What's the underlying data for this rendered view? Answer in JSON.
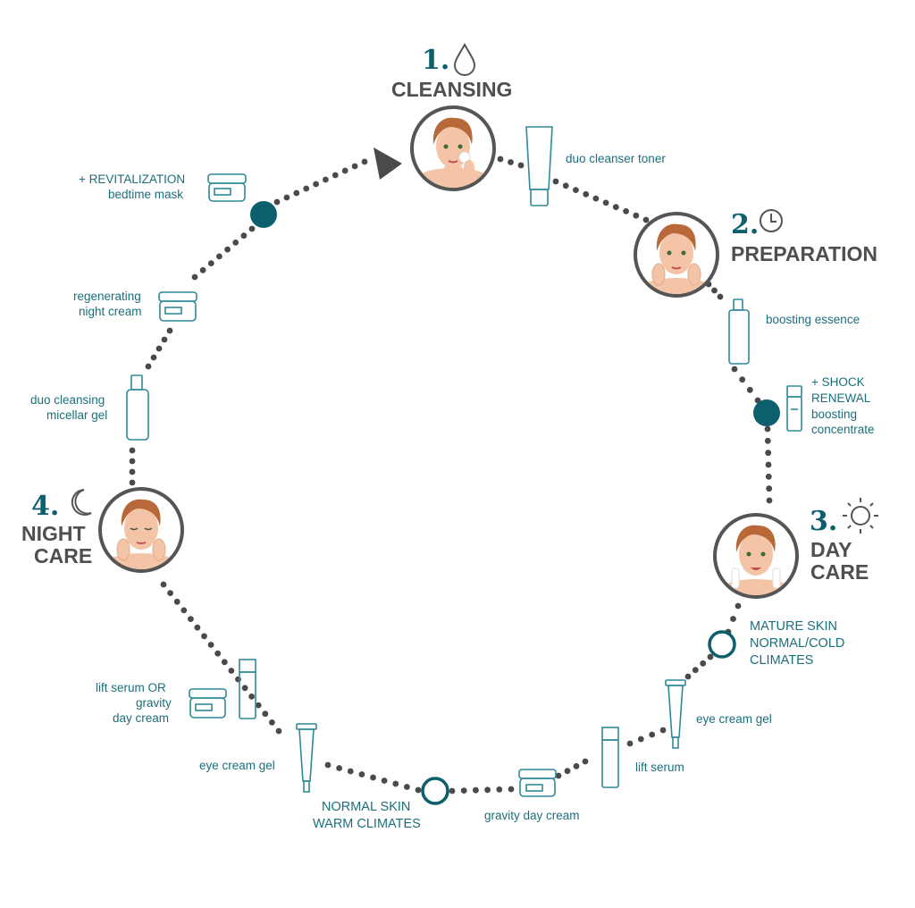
{
  "colors": {
    "teal": "#0d5f6e",
    "gray": "#4f4f4f",
    "label": "#1b6f7c",
    "product": "#2f8a97",
    "dot": "#4a4a4a",
    "skin": "#f3c4a6",
    "hair": "#b9683a"
  },
  "steps": [
    {
      "number": "1.",
      "name": "CLEANSING",
      "icon": "drop-icon"
    },
    {
      "number": "2.",
      "name": "PREPARATION",
      "icon": "clock-icon"
    },
    {
      "number": "3.",
      "name_line1": "DAY",
      "name_line2": "CARE",
      "icon": "sun-icon"
    },
    {
      "number": "4.",
      "name_line1": "NIGHT",
      "name_line2": "CARE",
      "icon": "moon-icon"
    }
  ],
  "products": {
    "duo_cleanser_toner": "duo cleanser toner",
    "boosting_essence": "boosting essence",
    "shock_renewal": [
      "+ SHOCK",
      "RENEWAL",
      "boosting",
      "concentrate"
    ],
    "day_eye_cream_gel": "eye cream gel",
    "day_lift_serum": "lift serum",
    "gravity_day_cream": "gravity day cream",
    "night_eye_cream_gel": "eye cream gel",
    "lift_serum_or_gravity": [
      "lift serum OR",
      "gravity",
      "day cream"
    ],
    "duo_cleansing_micellar_gel": [
      "duo cleansing",
      "micellar gel"
    ],
    "regenerating_night_cream": [
      "regenerating",
      "night cream"
    ],
    "revitalization": [
      "+ REVITALIZATION",
      "bedtime mask"
    ]
  },
  "branches": {
    "mature": [
      "MATURE SKIN",
      "NORMAL/COLD",
      "CLIMATES"
    ],
    "normal": [
      "NORMAL SKIN",
      "WARM CLIMATES"
    ]
  }
}
